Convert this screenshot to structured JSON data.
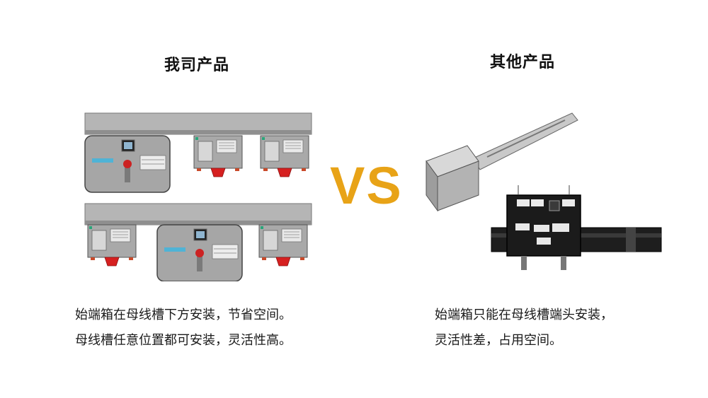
{
  "left": {
    "title": "我司产品",
    "desc_line1": "始端箱在母线槽下方安装，节省空间。",
    "desc_line2": "母线槽任意位置都可安装，灵活性高。"
  },
  "vs": {
    "label": "VS",
    "color": "#e8a317"
  },
  "right": {
    "title": "其他产品",
    "desc_line1": "始端箱只能在母线槽端头安装，",
    "desc_line2": "灵活性差，占用空间。"
  }
}
